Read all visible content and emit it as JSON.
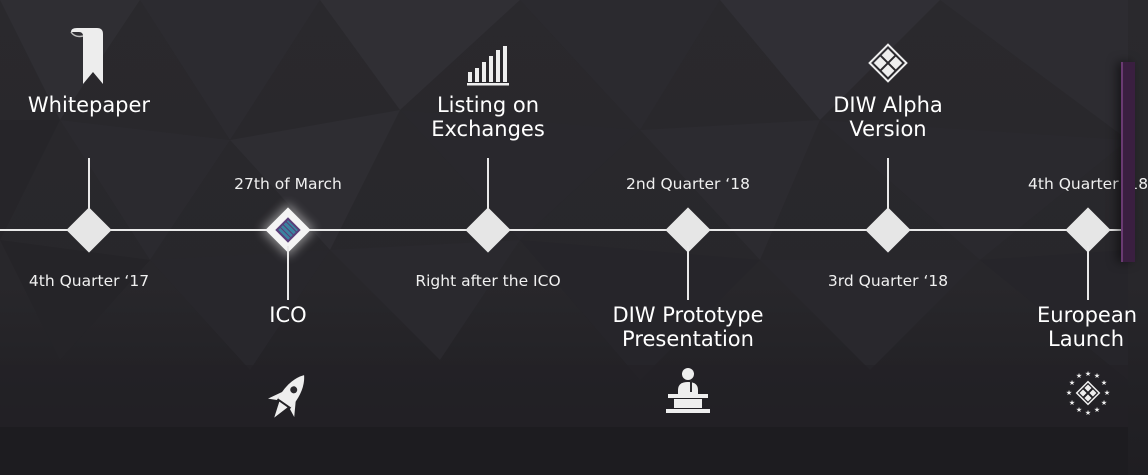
{
  "timeline": {
    "milestones": [
      {
        "title": "Whitepaper",
        "date": "4th Quarter ‘17",
        "icon": "bookmark-icon",
        "state": "done"
      },
      {
        "title": "ICO",
        "date": "27th of March",
        "icon": "rocket-icon",
        "state": "current"
      },
      {
        "title": "Listing on Exchanges",
        "title_line1": "Listing on",
        "title_line2": "Exchanges",
        "date": "Right after the ICO",
        "icon": "bar-chart-icon",
        "state": "upcoming"
      },
      {
        "title": "DIW Prototype Presentation",
        "title_line1": "DIW Prototype",
        "title_line2": "Presentation",
        "date": "2nd Quarter ‘18",
        "icon": "presenter-podium-icon",
        "state": "upcoming"
      },
      {
        "title": "DIW Alpha Version",
        "title_line1": "DIW Alpha",
        "title_line2": "Version",
        "date": "3rd Quarter ‘18",
        "icon": "diamond-grid-icon",
        "state": "upcoming"
      },
      {
        "title": "European Launch",
        "title_line1": "European",
        "title_line2": "Launch",
        "date": "4th Quarter ‘18",
        "icon": "eu-stars-icon",
        "state": "upcoming"
      }
    ]
  },
  "colors": {
    "background": "#29282c",
    "line": "#e9e9e9",
    "accent_purple": "#5a3e7a",
    "accent_teal": "#2f9fb0"
  }
}
